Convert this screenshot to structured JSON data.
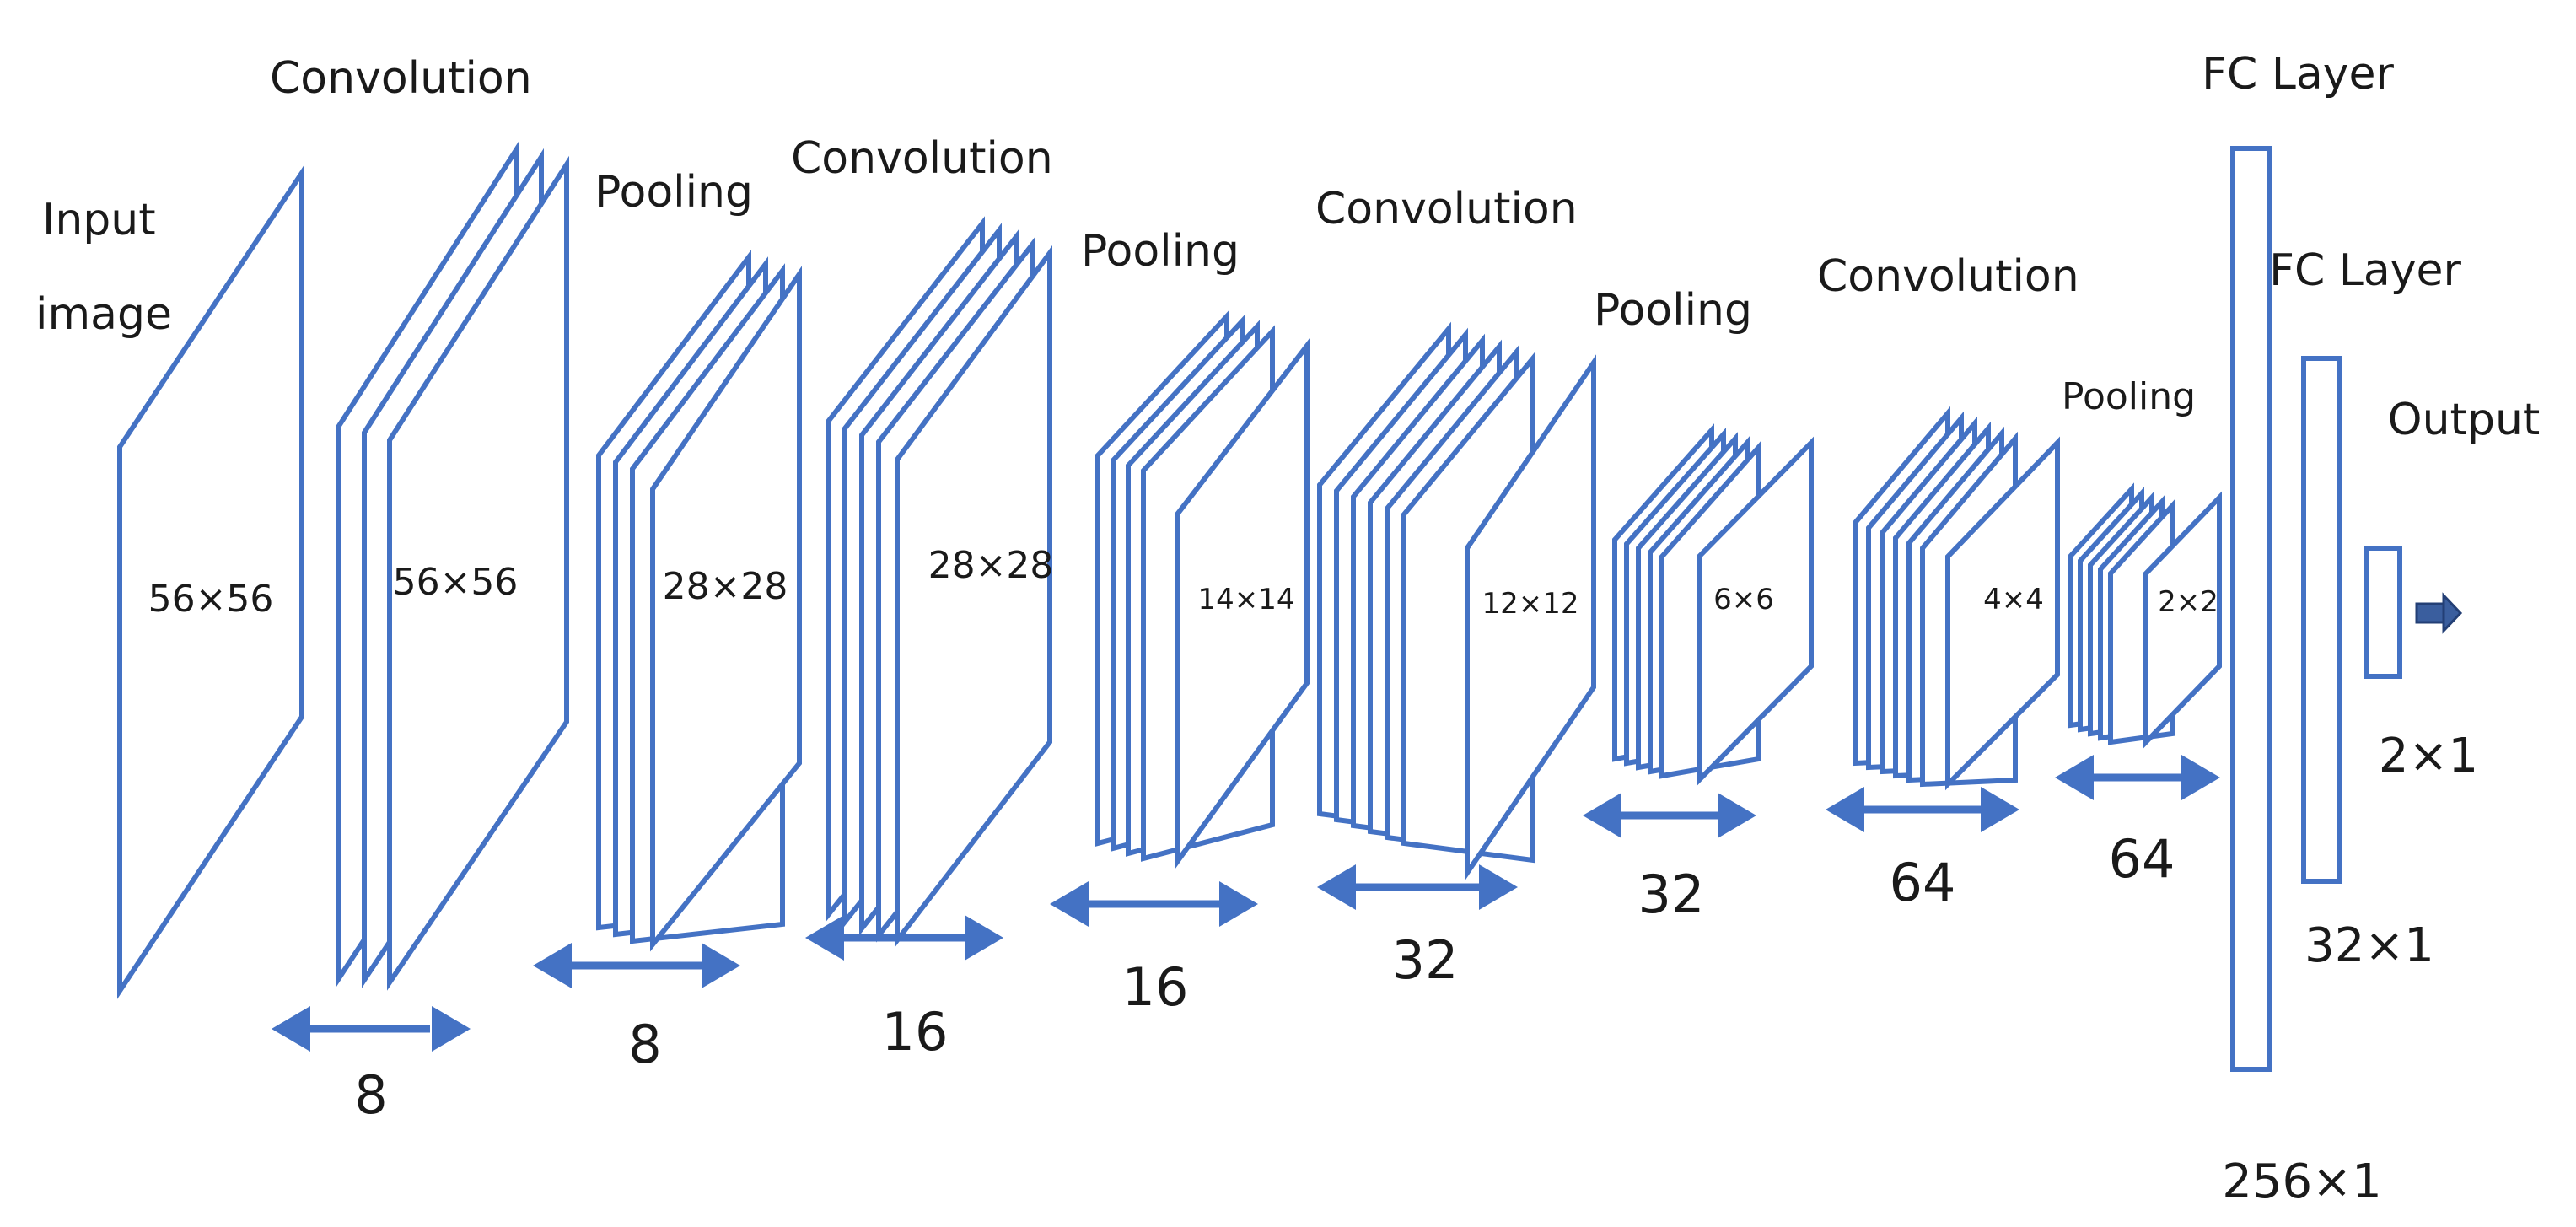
{
  "colors": {
    "stroke": "#4472c4",
    "text": "#1a1a1a",
    "background": "#ffffff"
  },
  "labels": {
    "input_line1": "Input",
    "input_line2": "image",
    "conv1": "Convolution",
    "pool1": "Pooling",
    "conv2": "Convolution",
    "pool2": "Pooling",
    "conv3": "Convolution",
    "pool3": "Pooling",
    "conv4": "Convolution",
    "pool4": "Pooling",
    "fc1": "FC Layer",
    "fc2": "FC Layer",
    "output": "Output"
  },
  "sizes": {
    "input": "56×56",
    "conv1": "56×56",
    "pool1": "28×28",
    "conv2": "28×28",
    "pool2": "14×14",
    "conv3": "12×12",
    "pool3": "6×6",
    "conv4": "4×4",
    "pool4": "2×2",
    "fc1": "256×1",
    "fc2": "32×1",
    "output": "2×1"
  },
  "counts": {
    "conv1": "8",
    "pool1": "8",
    "conv2": "16",
    "pool2": "16",
    "conv3": "32",
    "pool3": "32",
    "conv4": "64",
    "pool4": "64"
  },
  "output_arrow_icon": "arrow-right-icon",
  "depth_arrow_icon": "double-arrow-icon"
}
